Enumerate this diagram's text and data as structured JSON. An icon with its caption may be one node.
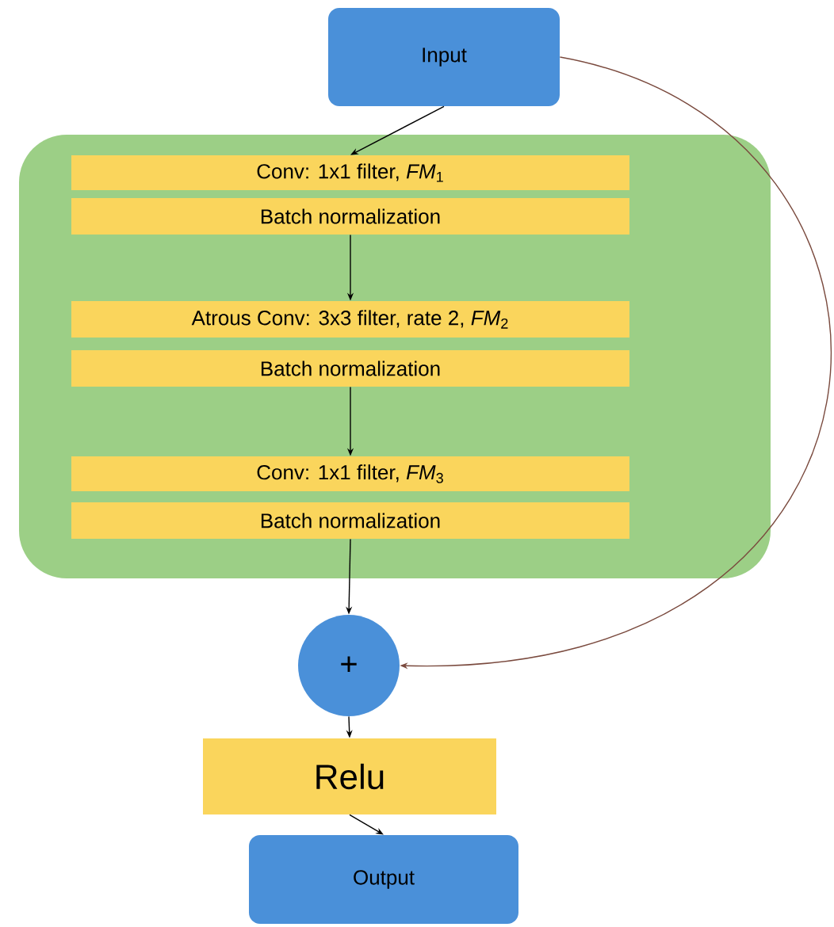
{
  "diagram": {
    "nodes": [
      {
        "text": [
          "Input"
        ]
      },
      {
        "text": [],
        "shape": "box"
      },
      {
        "text": [
          "Conv: 1x1 filter, *FM*$_{1}$"
        ],
        "in": 1
      },
      {
        "text": [
          "Batch normalization"
        ],
        "in": 1
      },
      {
        "text": [
          "Atrous Conv: 3x3 filter, rate 2, *FM*$_{2}$"
        ],
        "in": 1
      },
      {
        "text": [
          "Batch normalization"
        ],
        "in": 1
      },
      {
        "text": [
          "Conv: 1x1 filter, *FM*$_{3}$"
        ],
        "in": 1
      },
      {
        "text": [
          "Batch normalization"
        ],
        "in": 1
      },
      {
        "text": [
          "+"
        ]
      },
      {
        "text": [
          "Relu"
        ]
      },
      {
        "text": [
          "Output"
        ]
      }
    ],
    "edges": [
      {
        "from": 0,
        "to": 2,
        "arrow": "to"
      },
      {
        "from": 3,
        "to": 4,
        "arrow": "to"
      },
      {
        "from": 5,
        "to": 6,
        "arrow": "to"
      },
      {
        "from": 7,
        "to": 8,
        "arrow": "to"
      },
      {
        "from": 0,
        "to": 8,
        "arrow": "to",
        "color": "#7a4a3e"
      },
      {
        "from": 8,
        "to": 9,
        "arrow": "to"
      },
      {
        "from": 9,
        "to": 10,
        "arrow": "to"
      }
    ]
  }
}
